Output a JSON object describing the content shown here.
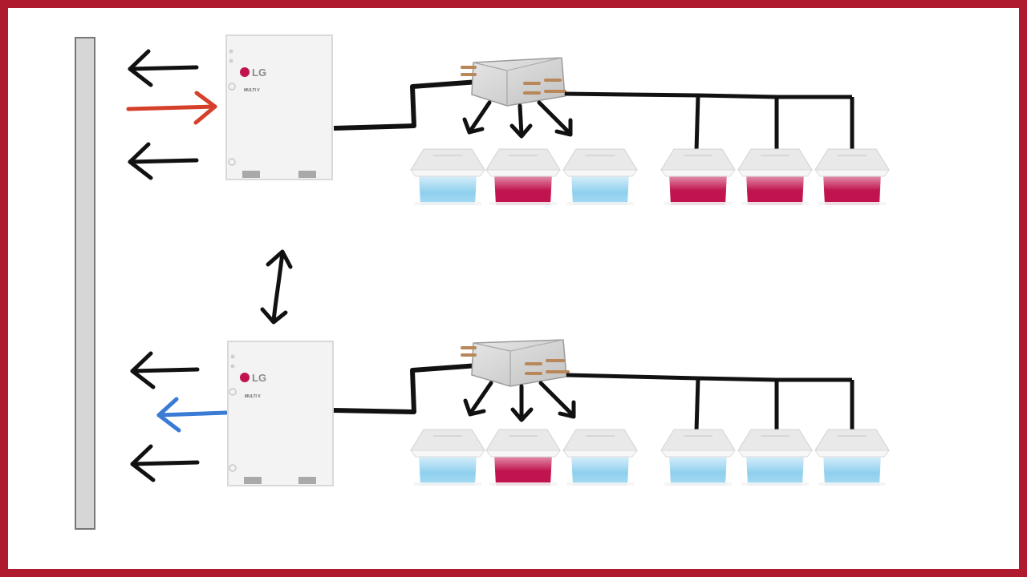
{
  "colors": {
    "border": "#b01a2e",
    "heat": "#c0134f",
    "cool": "#8fd0ee",
    "hot_arrow": "#d6402a",
    "cold_arrow": "#3a7bd5",
    "pipe": "#111111",
    "wall": "#d6d6d6"
  },
  "systems": [
    {
      "outdoor_unit": {
        "brand": "LG",
        "series_mark": "MULTI V"
      },
      "exchange_arrows": [
        "out",
        "in-hot",
        "out"
      ],
      "branch_indoor_units": [
        "cool",
        "heat",
        "cool"
      ],
      "line_indoor_units": [
        "heat",
        "heat",
        "heat"
      ]
    },
    {
      "outdoor_unit": {
        "brand": "LG",
        "series_mark": "MULTI V"
      },
      "exchange_arrows": [
        "out",
        "out-cold",
        "out"
      ],
      "branch_indoor_units": [
        "cool",
        "heat",
        "cool"
      ],
      "line_indoor_units": [
        "cool",
        "cool",
        "cool"
      ]
    }
  ]
}
